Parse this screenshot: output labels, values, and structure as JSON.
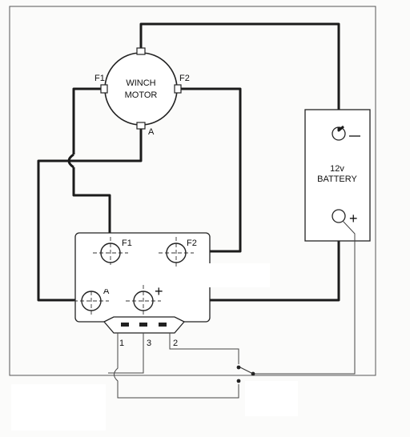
{
  "motor": {
    "line1": "WINCH",
    "line2": "MOTOR",
    "terminal_f1": "F1",
    "terminal_f2": "F2",
    "terminal_a": "A"
  },
  "battery": {
    "line1": "12v",
    "line2": "BATTERY",
    "neg_symbol": "−",
    "pos_symbol": "+"
  },
  "solenoid": {
    "terminal_f1": "F1",
    "terminal_f2": "F2",
    "terminal_a": "A",
    "terminal_pos": "+"
  },
  "switch_pins": {
    "pin1": "1",
    "pin3": "3",
    "pin2": "2"
  },
  "colors": {
    "wire": "#1b1b1b",
    "paper": "#f7f7f5",
    "fill_white": "#ffffff"
  }
}
